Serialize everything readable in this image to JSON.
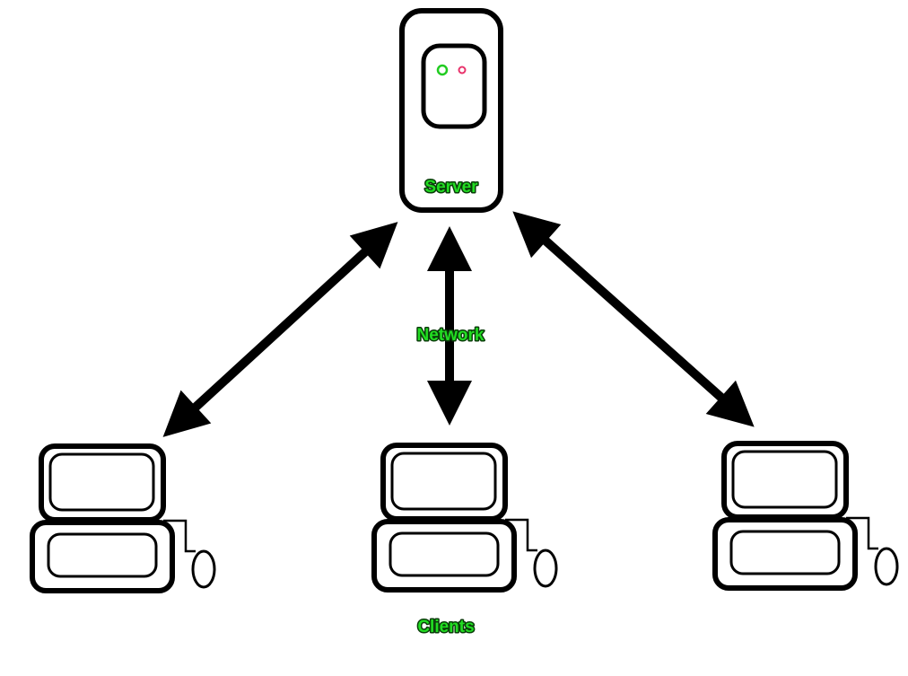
{
  "labels": {
    "server": "Server",
    "network": "Network",
    "clients": "Clients"
  },
  "colors": {
    "label_fill": "#22dd22",
    "label_outline": "#0a3d0a",
    "outline": "#000000",
    "led_green": "#22cc22",
    "led_red": "#e8336b"
  }
}
